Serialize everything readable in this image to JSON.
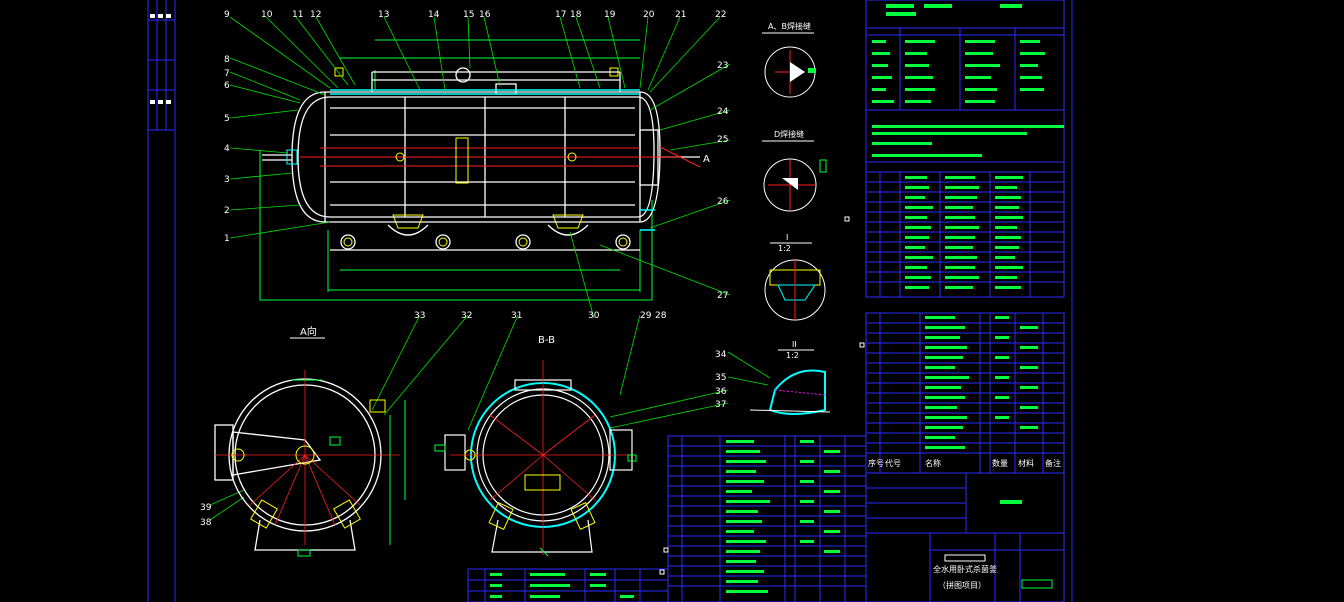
{
  "drawing": {
    "title": "全水用卧式杀菌釜",
    "subtitle": "（拼图项目）",
    "view_a_label": "A向",
    "section_bb_label": "B-B",
    "detail_ab_label": "A、B焊接缝",
    "detail_d_label": "D焊接缝",
    "detail_1_label": "I",
    "detail_1_scale": "1:2",
    "detail_2_label": "II",
    "detail_2_scale": "1:2",
    "arrow_a_label": "A",
    "balloons": [
      "1",
      "2",
      "3",
      "4",
      "5",
      "6",
      "7",
      "8",
      "9",
      "10",
      "11",
      "12",
      "13",
      "14",
      "15",
      "16",
      "17",
      "18",
      "19",
      "20",
      "21",
      "22",
      "23",
      "24",
      "25",
      "26",
      "27",
      "28",
      "29",
      "30",
      "31",
      "32",
      "33",
      "34",
      "35",
      "36",
      "37",
      "38",
      "39"
    ],
    "parts_list_headers": [
      "序号",
      "代号",
      "名称",
      "数量",
      "材料",
      "备注"
    ]
  },
  "colors": {
    "background": "#000000",
    "frame_blue": "#2b2bff",
    "outline_white": "#ffffff",
    "dimension_green": "#00ff3c",
    "leader_green": "#00e000",
    "centerline_red": "#ff2020",
    "insulation_cyan": "#00ffff",
    "fitting_yellow": "#ffff00",
    "hatch_magenta": "#ff00ff"
  }
}
